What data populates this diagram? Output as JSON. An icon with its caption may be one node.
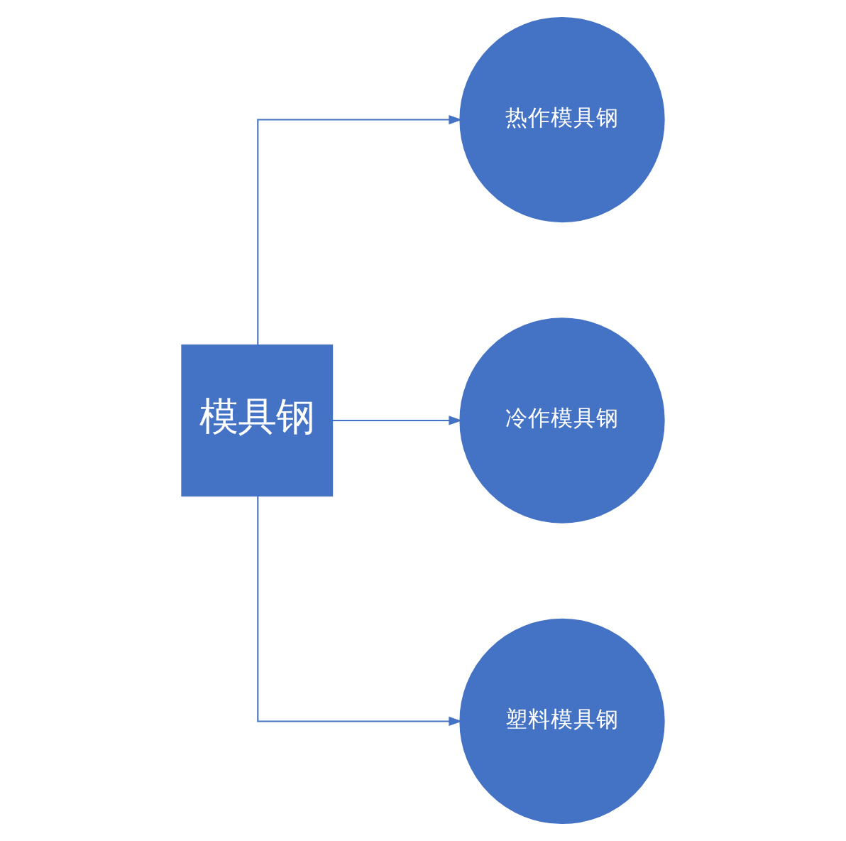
{
  "diagram": {
    "nodes": [
      {
        "text": [
          "模具钢"
        ]
      },
      {
        "text": [
          "热作模具钢"
        ]
      },
      {
        "text": [
          "冷作模具钢"
        ]
      },
      {
        "text": [
          "塑料模具钢"
        ]
      }
    ],
    "edges": [
      {
        "from": 0,
        "to": 1,
        "arrow": "to"
      },
      {
        "from": 0,
        "to": 2,
        "arrow": "to"
      },
      {
        "from": 0,
        "to": 3,
        "arrow": "to"
      }
    ]
  }
}
